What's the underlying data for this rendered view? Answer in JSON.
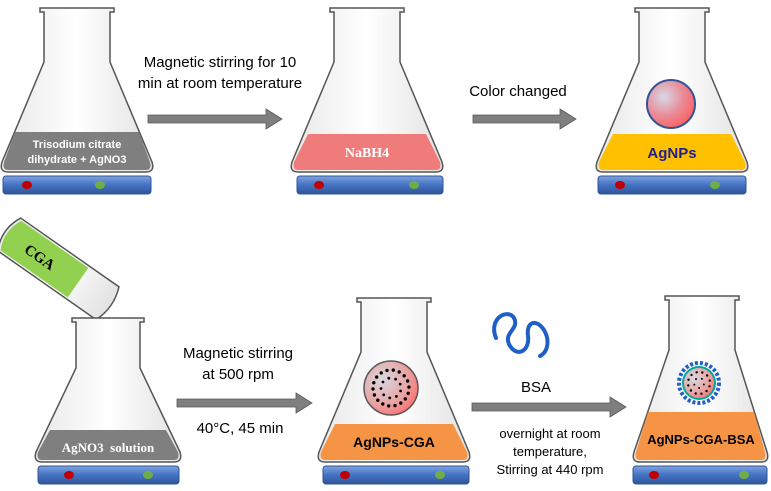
{
  "step1": {
    "line1": "Magnetic stirring for 10",
    "line2": "min at room temperature"
  },
  "step2": {
    "text": "Color changed"
  },
  "step3": {
    "line1": "Magnetic stirring",
    "line2": "at 500 rpm",
    "line3": "40°C, 45 min"
  },
  "step4": {
    "label": "BSA",
    "line1": "overnight at room",
    "line2": "temperature,",
    "line3": "Stirring at 440 rpm"
  },
  "flasks": {
    "f1": {
      "line1": "Trisodium citrate",
      "line2": "dihydrate + AgNO3",
      "liquid_color": "#7f7f7f"
    },
    "f2": {
      "label": "NaBH4",
      "liquid_color": "#ef7b7b"
    },
    "f3": {
      "label": "AgNPs",
      "liquid_color": "#ffc000"
    },
    "f4": {
      "label": "AgNO3  solution",
      "liquid_color": "#7f7f7f"
    },
    "f5": {
      "label": "AgNPs-CGA",
      "liquid_color": "#f69446"
    },
    "f6": {
      "label": "AgNPs-CGA-BSA",
      "liquid_color": "#f69446"
    }
  },
  "tube": {
    "label": "CGA",
    "liquid_color": "#92d050"
  },
  "colors": {
    "stirrer": "#4472c4",
    "dot_red": "#c00000",
    "dot_green": "#70ad47",
    "arrow": "#7f7f7f",
    "bsa_chain": "#1f5fc7"
  }
}
